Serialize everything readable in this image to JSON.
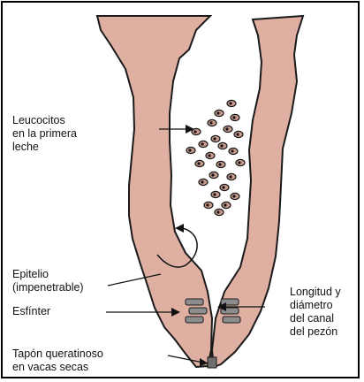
{
  "colors": {
    "tissue_fill": "#dfb0a2",
    "outline": "#1a1a1a",
    "cell_fill": "#c89a8c",
    "sphincter_fill": "#8c8c8c",
    "plug_fill": "#6e6e6e"
  },
  "labels": {
    "leukocytes": [
      "Leucocitos",
      "en la primera",
      "leche"
    ],
    "epithelium": [
      "Epitelio",
      "(impenetrable)"
    ],
    "sphincter": [
      "Esfínter"
    ],
    "keratin_plug": [
      "Tapón queratinoso",
      "en vacas secas"
    ],
    "canal_size": [
      "Longitud y",
      "diámetro",
      "del canal",
      "del pezón"
    ]
  }
}
